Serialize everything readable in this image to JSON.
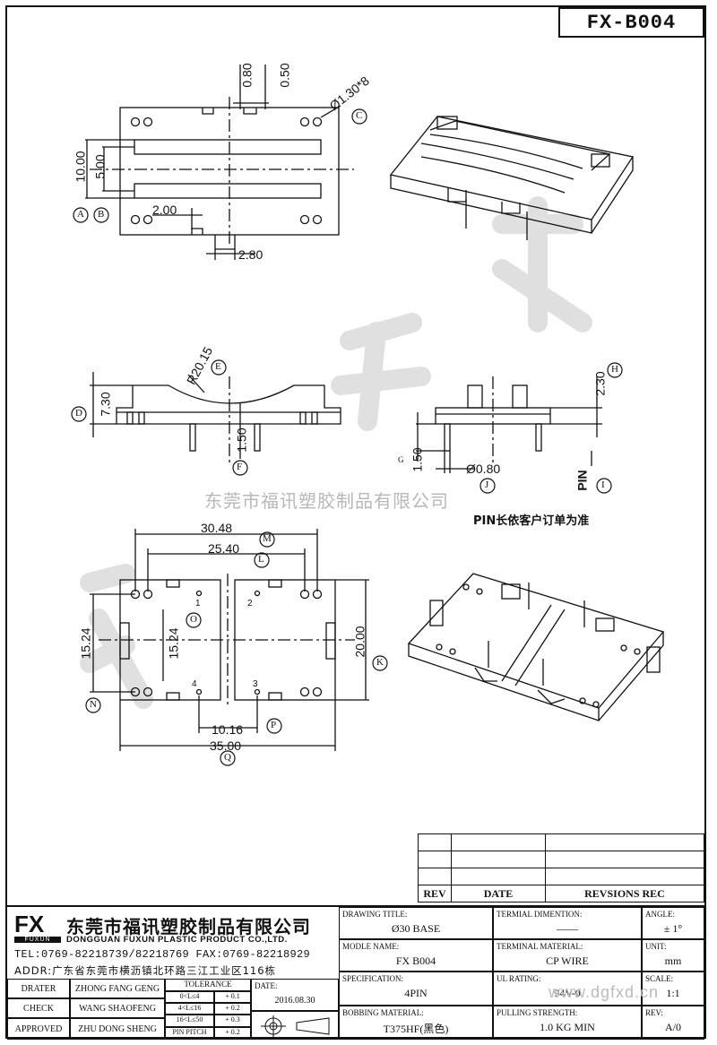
{
  "drawing_no": "FX-B004",
  "watermark_text": "东莞市福讯塑胶制品有限公司",
  "pin_note": "PIN长依客户订单为准",
  "site_watermark": "www.dgfxd.cn",
  "top_view": {
    "dims": {
      "d080": "0.80",
      "d050": "0.50",
      "hole": "Ø1.30*8",
      "d1000": "10.00",
      "d500": "5.00",
      "d200": "2.00",
      "d280": "2.80"
    },
    "callouts": {
      "A": "A",
      "B": "B",
      "C": "C"
    }
  },
  "side_view": {
    "dims": {
      "r": "R20.15",
      "h730": "7.30",
      "d150": "1.50",
      "d230": "2.30",
      "d150b": "1.50",
      "pin_dia": "Ø0.80",
      "pin": "PIN"
    },
    "callouts": {
      "D": "D",
      "E": "E",
      "F": "F",
      "G": "G",
      "H": "H",
      "I": "I",
      "J": "J"
    }
  },
  "bottom_view": {
    "dims": {
      "d3048": "30.48",
      "d2540": "25.40",
      "d1524a": "15.24",
      "d1524b": "15.24",
      "d2000": "20.00",
      "d1016": "10.16",
      "d3500": "35.00"
    },
    "callouts": {
      "K": "K",
      "L": "L",
      "M": "M",
      "N": "N",
      "O": "O",
      "P": "P",
      "Q": "Q"
    },
    "pin_numbers": {
      "p1": "1",
      "p2": "2",
      "p3": "3",
      "p4": "4"
    }
  },
  "revision_table": {
    "headers": [
      "REV",
      "DATE",
      "REVSIONS REC"
    ]
  },
  "company": {
    "logo": "FX",
    "logo_sub": "FUXUN",
    "name_cn": "东莞市福讯塑胶制品有限公司",
    "name_en": "DONGGUAN FUXUN PLASTIC PRODUCT CO.,LTD.",
    "tel": "TEL:0769-82218739/82218769 FAX:0769-82218929",
    "addr": "ADDR:广东省东莞市横沥镇北环路三江工业区116栋"
  },
  "title_block": {
    "drawing_title_label": "DRAWING TITLE:",
    "drawing_title": "Ø30 BASE",
    "terminal_dimention_label": "TERMIAL DIMENTION:",
    "terminal_dimention": "——",
    "angle_label": "ANGLE:",
    "angle": "± 1°",
    "model_label": "MODLE NAME:",
    "model": "FX B004",
    "terminal_material_label": "TERMINAL MATERIAL:",
    "terminal_material": "CP WIRE",
    "unit_label": "UNIT:",
    "unit": "mm",
    "spec_label": "SPECIFICATION:",
    "spec": "4PIN",
    "ul_label": "UL RATING:",
    "ul": "94V-0",
    "scale_label": "SCALE:",
    "scale": "1:1",
    "bobbin_label": "BOBBING MATERIAL:",
    "bobbin": "T375HF(黑色)",
    "pulling_label": "PULLING STRENGTH:",
    "pulling": "1.0 KG MIN",
    "rev_label": "REV:",
    "rev": "A/0",
    "drater_label": "DRATER",
    "drater": "ZHONG FANG GENG",
    "check_label": "CHECK",
    "check": "WANG SHAOFENG",
    "approved_label": "APPROVED",
    "approved": "ZHU DONG SHENG",
    "tolerance_label": "TOLERANCE",
    "tol": [
      {
        "range": "0<L≤4",
        "value": "+ 0.1"
      },
      {
        "range": "4<L≤16",
        "value": "+ 0.2"
      },
      {
        "range": "16<L≤50",
        "value": "+ 0.3"
      },
      {
        "range": "PIN PITCH",
        "value": "+ 0.2"
      }
    ],
    "date_label": "DATE:",
    "date": "2016.08.30"
  }
}
